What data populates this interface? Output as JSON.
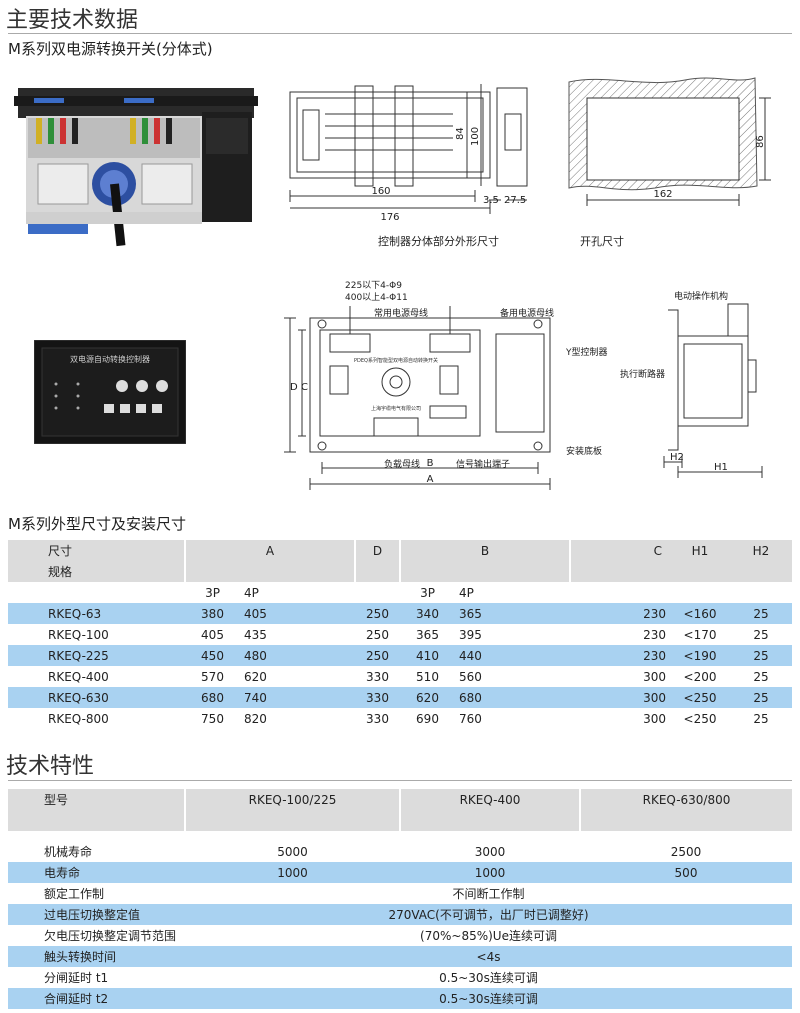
{
  "title": "主要技术数据",
  "subtitle": "M系列双电源转换开关(分体式)",
  "drawings": {
    "outline_caption": "控制器分体部分外形尺寸",
    "cutout_caption": "开孔尺寸",
    "dim_160": "160",
    "dim_176": "176",
    "dim_84": "84",
    "dim_100": "100",
    "dim_3_5": "3.5",
    "dim_27_5": "27.5",
    "dim_86": "86",
    "dim_162": "162",
    "hole_note_1": "225以下4-Φ9",
    "hole_note_2": "400以上4-Φ11",
    "label_common_bus": "常用电源母线",
    "label_backup_bus": "备用电源母线",
    "label_controller": "Y型控制器",
    "label_base": "安装底板",
    "label_load_bus": "负载母线",
    "label_signal_terminal": "信号输出端子",
    "label_motor_mech": "电动操作机构",
    "label_breaker": "执行断路器",
    "dim_A": "A",
    "dim_B": "B",
    "dim_C": "C",
    "dim_D": "D",
    "dim_H1": "H1",
    "dim_H2": "H2",
    "panel_text": "PDEQ系列智能型双电源自动转换开关",
    "panel_company": "上海宇缆电气有限公司",
    "controller_text": "双电源自动转换控制器"
  },
  "section1": {
    "title": "M系列外型尺寸及安装尺寸",
    "header": [
      "尺寸",
      "A",
      "D",
      "B",
      "C",
      "H1",
      "H2"
    ],
    "header_row2": "规格",
    "subheader": [
      "3P",
      "4P",
      "3P",
      "4P"
    ],
    "rows": [
      [
        "RKEQ-63",
        "380",
        "405",
        "250",
        "340",
        "365",
        "230",
        "<160",
        "25"
      ],
      [
        "RKEQ-100",
        "405",
        "435",
        "250",
        "365",
        "395",
        "230",
        "<170",
        "25"
      ],
      [
        "RKEQ-225",
        "450",
        "480",
        "250",
        "410",
        "440",
        "230",
        "<190",
        "25"
      ],
      [
        "RKEQ-400",
        "570",
        "620",
        "330",
        "510",
        "560",
        "300",
        "<200",
        "25"
      ],
      [
        "RKEQ-630",
        "680",
        "740",
        "330",
        "620",
        "680",
        "300",
        "<250",
        "25"
      ],
      [
        "RKEQ-800",
        "750",
        "820",
        "330",
        "690",
        "760",
        "300",
        "<250",
        "25"
      ]
    ]
  },
  "section2": {
    "title": "技术特性",
    "header": [
      "型号",
      "RKEQ-100/225",
      "RKEQ-400",
      "RKEQ-630/800"
    ],
    "rows3": [
      [
        "机械寿命",
        "5000",
        "3000",
        "2500"
      ],
      [
        "电寿命",
        "1000",
        "1000",
        "500"
      ]
    ],
    "rows1": [
      [
        "额定工作制",
        "不间断工作制"
      ],
      [
        "过电压切换整定值",
        "270VAC(不可调节，出厂时已调整好)"
      ],
      [
        "欠电压切换整定调节范围",
        "(70%~85%)Ue连续可调"
      ],
      [
        "触头转换时间",
        "<4s"
      ],
      [
        "分闸延时 t1",
        "0.5~30s连续可调"
      ],
      [
        "合闸延时 t2",
        "0.5~30s连续可调"
      ]
    ]
  }
}
